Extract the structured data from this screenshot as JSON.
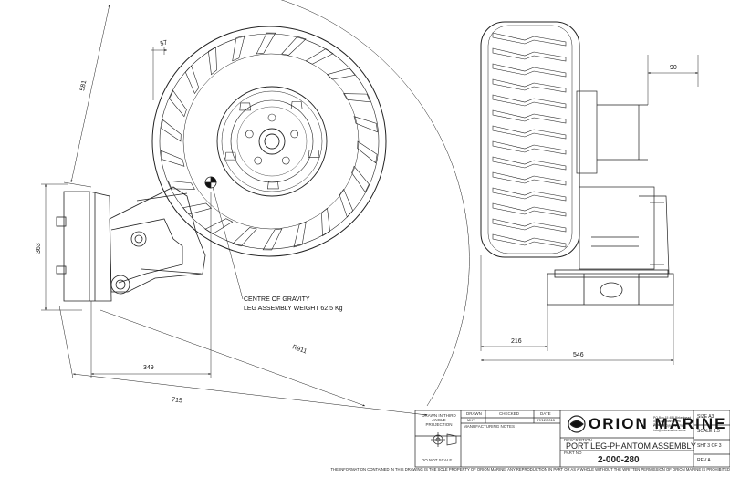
{
  "dimensions": {
    "d57": "57",
    "d581": "581",
    "d363": "363",
    "d349": "349",
    "d715": "715",
    "r911": "R911",
    "d90": "90",
    "d216": "216",
    "d546": "546"
  },
  "annotation": {
    "line1": "CENTRE OF GRAVITY",
    "line2": "LEG ASSEMBLY WEIGHT 62.5 Kg"
  },
  "title_block": {
    "projection_label": "DRAWN IN THIRD ANGLE PROJECTION",
    "do_not_scale": "DO NOT SCALE",
    "drawn_label": "DRAWN",
    "drawn_value": "MHV",
    "checked_label": "CHECKED",
    "date_label": "DATE",
    "date_value": "07/12/2015",
    "manufacturing_notes_label": "MANUFACTURING NOTES",
    "company_name": "ORION MARINE",
    "company_address": "PO Box 15 486 Birkenhead 0746 Auckland New Zealand",
    "company_phone": "Ph: +64 (0)9 870 4790",
    "company_web": "info@orionmarine.co.nz",
    "description_label": "DESCRIPTION",
    "description": "PORT LEG-PHANTOM ASSEMBLY",
    "part_no_label": "PART NO",
    "part_no": "2-000-280",
    "size": "SIZE  A3",
    "scale": "SCALE 1:5",
    "sheet": "SHT 3 OF 3",
    "rev": "REV  A"
  },
  "disclaimer": "THE INFORMATION CONTAINED IN THIS DRAWING IS THE SOLE PROPERTY OF ORION MARINE. ANY REPRODUCTION IN PART OR AS A WHOLE WITHOUT THE WRITTEN PERMISSION OF ORION MARINE IS PROHIBITED"
}
